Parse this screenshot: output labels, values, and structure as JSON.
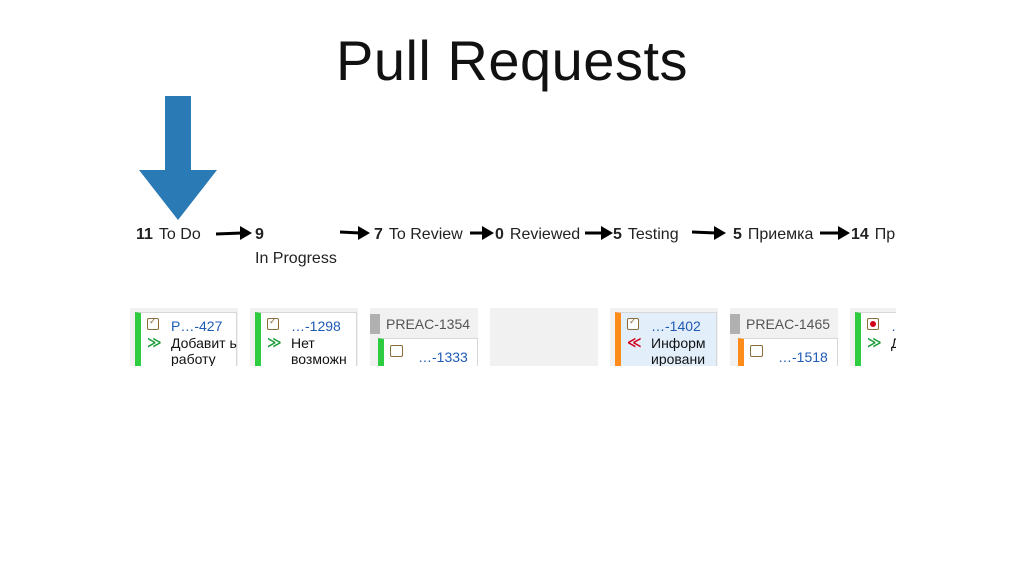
{
  "title": "Pull Requests",
  "colors": {
    "big_arrow": "#2a7ab5",
    "green": "#2ecc40",
    "orange": "#ff8c1a",
    "link": "#1f5bb5"
  },
  "columns": [
    {
      "count": "11",
      "label": "To Do",
      "sub": ""
    },
    {
      "count": "9",
      "label": "",
      "sub": "In Progress"
    },
    {
      "count": "7",
      "label": "To Review",
      "sub": ""
    },
    {
      "count": "0",
      "label": "Reviewed",
      "sub": ""
    },
    {
      "count": "5",
      "label": "Testing",
      "sub": ""
    },
    {
      "count": "5",
      "label": "Приемка",
      "sub": ""
    },
    {
      "count": "14",
      "label": "Пр",
      "sub": ""
    }
  ],
  "cards": {
    "c1": {
      "key": "P…-427",
      "summary": "Добавит ь работу"
    },
    "c2": {
      "key": "…-1298",
      "summary": "Нет возможн"
    },
    "c3": {
      "group": "PREAC-1354",
      "key": "…-1333"
    },
    "c5": {
      "key": "…-1402",
      "summary": "Информ ировани"
    },
    "c6": {
      "group": "PREAC-1465",
      "key": "…-1518"
    },
    "c7": {
      "key": "…",
      "summary": "Д Н"
    }
  }
}
